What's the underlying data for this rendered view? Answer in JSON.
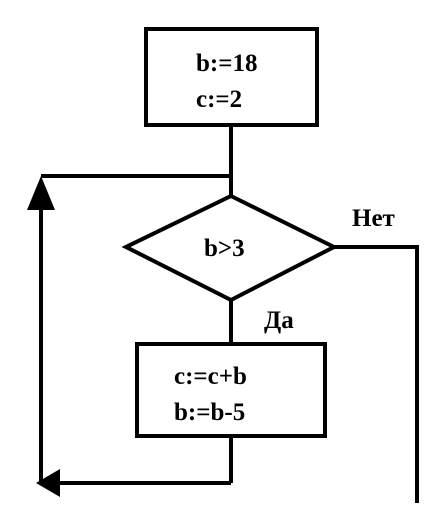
{
  "flowchart": {
    "init_block": {
      "line1": "b:=18",
      "line2": "c:=2"
    },
    "condition": "b>3",
    "no_label": "Нет",
    "yes_label": "Да",
    "body_block": {
      "line1": "c:=c+b",
      "line2": "b:=b-5"
    }
  }
}
